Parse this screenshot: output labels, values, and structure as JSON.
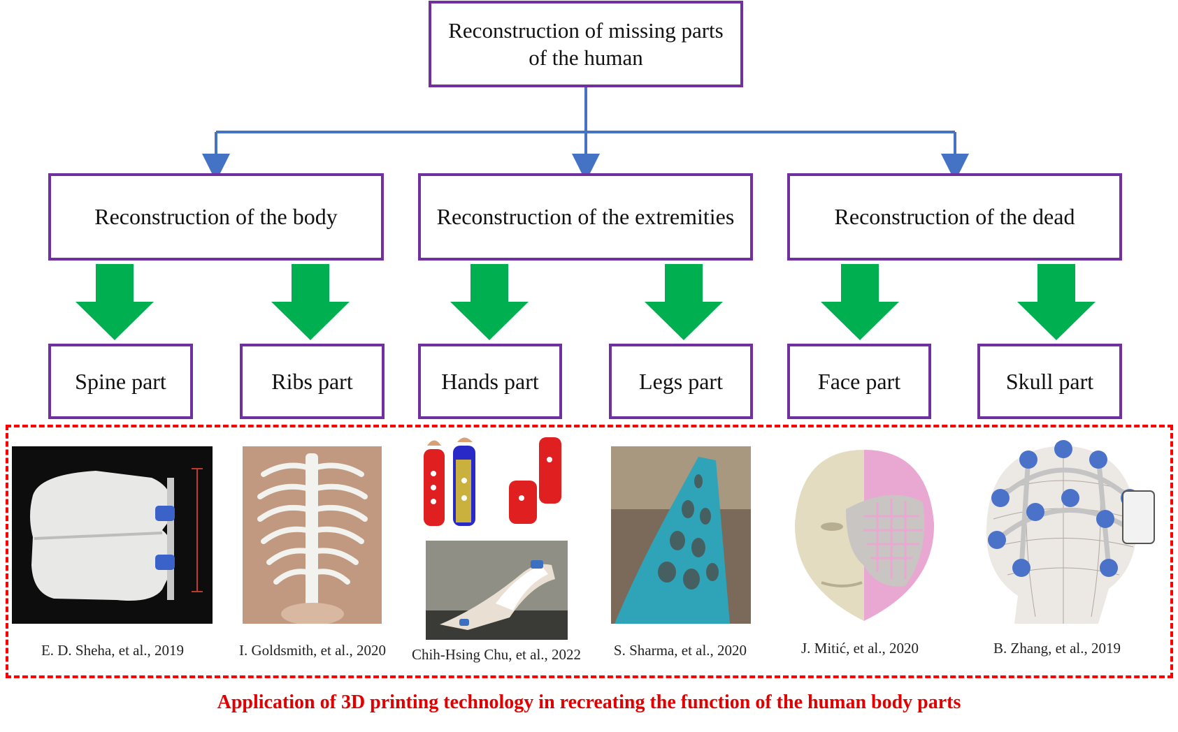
{
  "root": {
    "label_line1": "Reconstruction of missing parts",
    "label_line2": "of the human"
  },
  "categories": [
    {
      "label": "Reconstruction of the body"
    },
    {
      "label": "Reconstruction of the extremities"
    },
    {
      "label": "Reconstruction of the dead"
    }
  ],
  "parts": [
    {
      "label": "Spine part",
      "citation": "E. D. Sheha, et al., 2019",
      "image": "spine-implant-image"
    },
    {
      "label": "Ribs part",
      "citation": "I. Goldsmith, et al., 2020",
      "image": "ribs-implant-image"
    },
    {
      "label": "Hands part",
      "citation": "Chih-Hsing Chu, et al., 2022",
      "image": "hand-orthosis-image"
    },
    {
      "label": "Legs part",
      "citation": "S. Sharma, et al., 2020",
      "image": "leg-cast-image"
    },
    {
      "label": "Face part",
      "citation": "J. Mitić,  et al., 2020",
      "image": "face-prosthesis-image"
    },
    {
      "label": "Skull part",
      "citation": "B. Zhang, et al., 2019",
      "image": "skull-headset-image"
    }
  ],
  "caption": "Application of 3D printing technology in recreating the function of the human body parts",
  "colors": {
    "box_border": "#7030a0",
    "connector": "#4472c4",
    "arrow": "#00b050",
    "dashed_border": "#ff0000",
    "caption": "#e00000"
  }
}
